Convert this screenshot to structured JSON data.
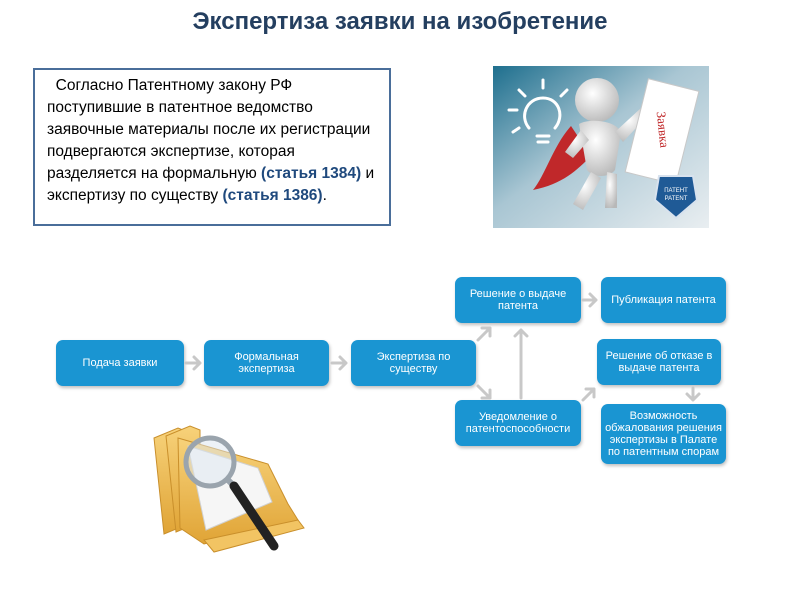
{
  "title": "Экспертиза заявки на изобретение",
  "textbox": {
    "intro": "Согласно Патентному закону РФ поступившие в патентное ведомство заявочные материалы после их регистрации подвергаются экспертизе, которая разделяется на формальную",
    "ref1": "(статья 1384)",
    "mid": "и экспертизу по существу",
    "ref2": "(статья 1386)",
    "end": "."
  },
  "illustration": {
    "paper_label": "Заявка",
    "badge_line1": "ПАТЕНТ",
    "badge_line2": "PATENT"
  },
  "flow": {
    "submit": "Подача заявки",
    "formal": "Формальная экспертиза",
    "substantive": "Экспертиза по существу",
    "grant_decision": "Решение о выдаче патента",
    "publication": "Публикация патента",
    "notice": "Уведомление о патентоспособности",
    "refusal": "Решение об отказе в выдаче патента",
    "appeal": "Возможность обжалования решения экспертизы в Палате по патентным спорам"
  },
  "colors": {
    "box": "#1a95d2",
    "arrow": "#c8c8c8",
    "title": "#243f60"
  }
}
